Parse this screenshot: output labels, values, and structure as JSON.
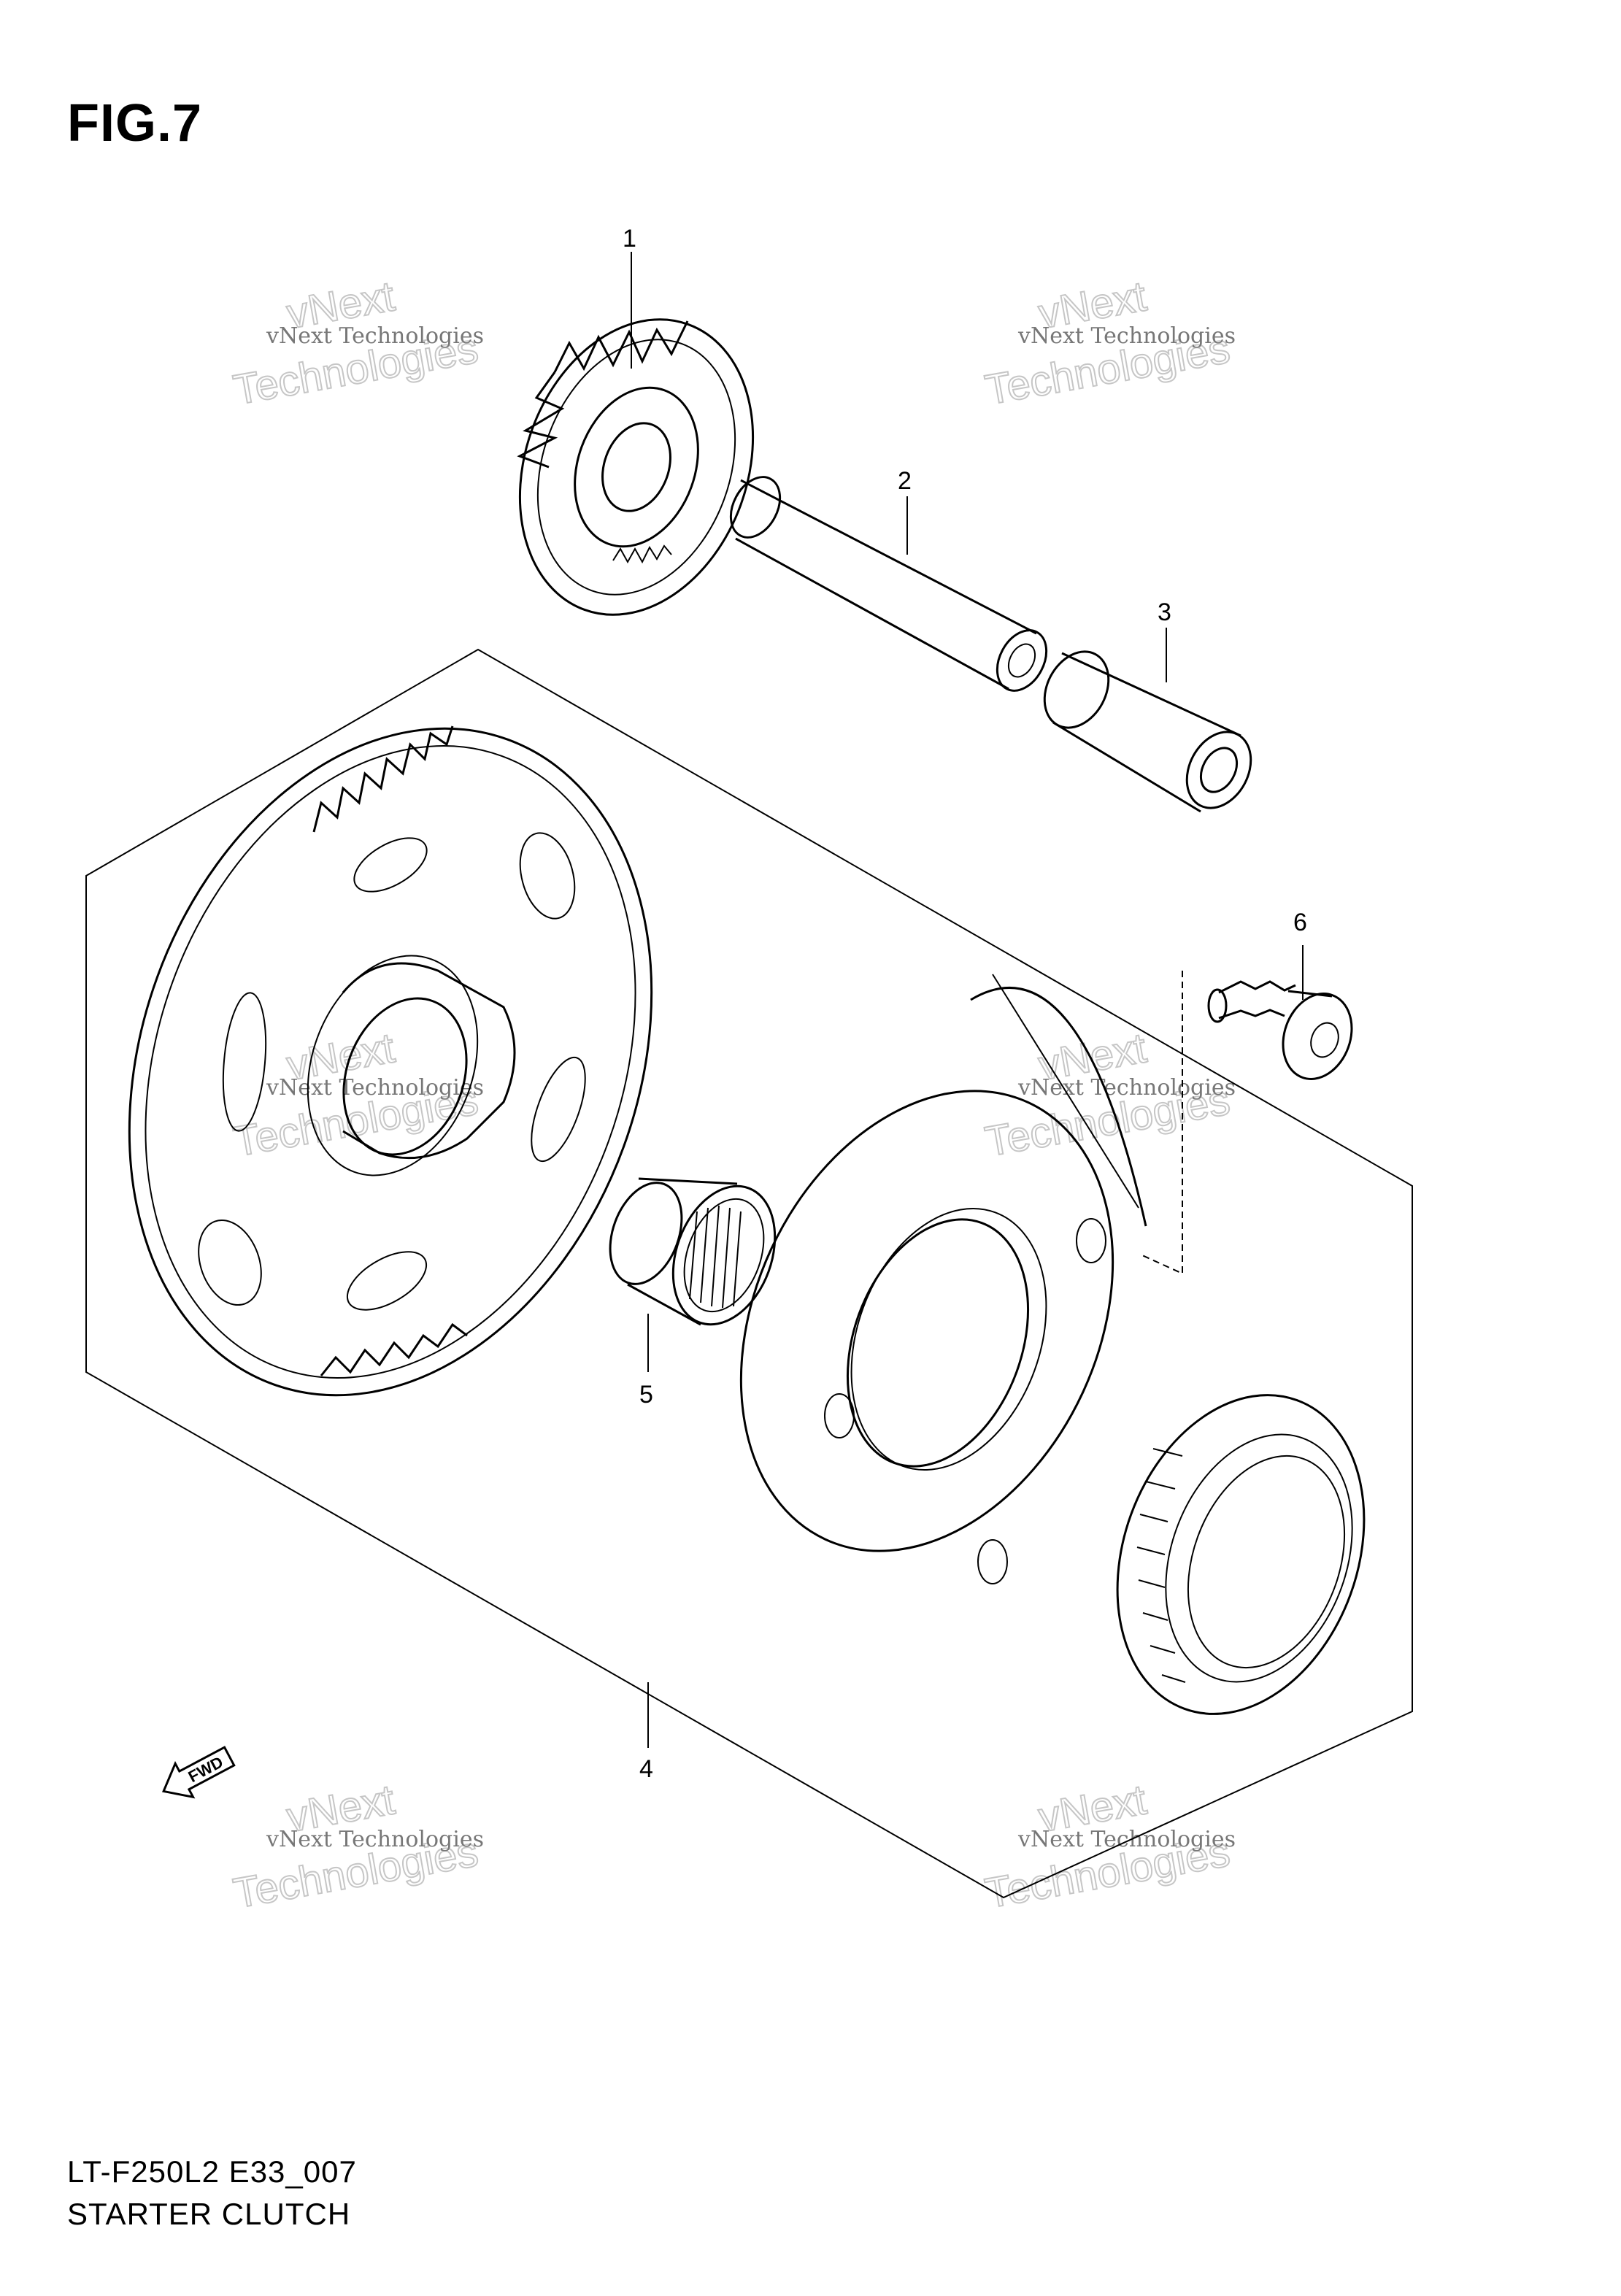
{
  "figure": {
    "title": "FIG.7",
    "model_code": "LT-F250L2 E33_007",
    "name": "STARTER CLUTCH"
  },
  "callouts": [
    {
      "id": "1",
      "label": "1"
    },
    {
      "id": "2",
      "label": "2"
    },
    {
      "id": "3",
      "label": "3"
    },
    {
      "id": "4",
      "label": "4"
    },
    {
      "id": "5",
      "label": "5"
    },
    {
      "id": "6",
      "label": "6"
    }
  ],
  "direction_marker": {
    "label": "FWD"
  },
  "watermark": {
    "small_text": "vNext Technologies",
    "big_line1": "vNext",
    "big_line2": "Technologies"
  }
}
